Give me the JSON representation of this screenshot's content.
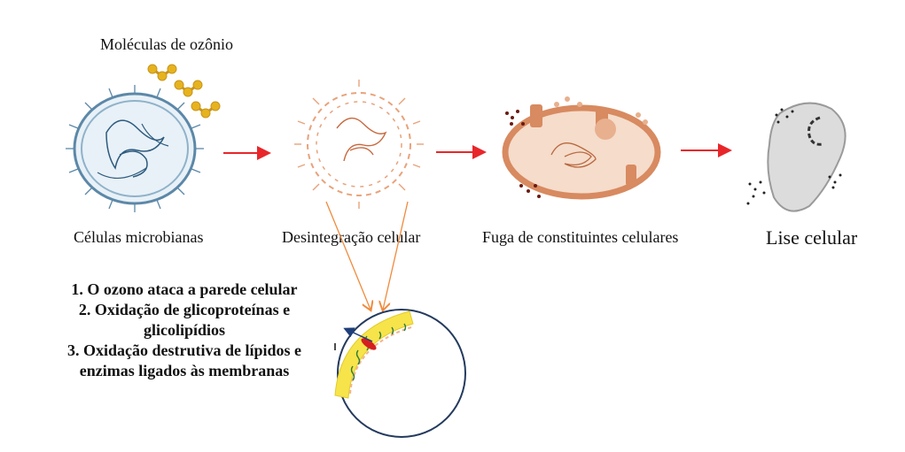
{
  "labels": {
    "ozone_molecules": "Moléculas de ozônio",
    "microbial_cells": "Células microbianas",
    "cell_disintegration": "Desintegração celular",
    "leakage": "Fuga de constituintes celulares",
    "lysis": "Lise celular"
  },
  "steps": [
    "1. O ozono ataca a parede celular",
    "2. Oxidação de glicoproteínas e",
    "glicolipídios",
    "3. Oxidação destrutiva de lípidos e",
    "enzimas ligados às membranas"
  ],
  "colors": {
    "arrow": "#e8262a",
    "ozone": "#e6b31e",
    "microbe": "#5c88a8",
    "disintegration": "#e9a27a",
    "leak_cell": "#d88a60",
    "lysis": "#9a9a9a",
    "wall": "#f7e44a",
    "pointer": "#f08a3c"
  }
}
